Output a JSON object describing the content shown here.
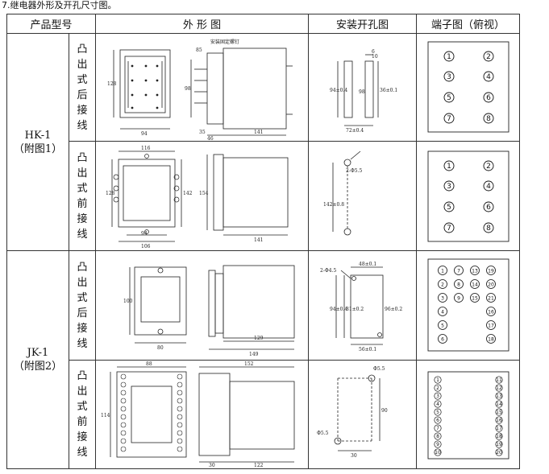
{
  "caption": "7.继电器外形及开孔尺寸图。",
  "headers": {
    "model": "产品型号",
    "outline": "外 形 图",
    "cutout": "安装开孔图",
    "terminal": "端子图（俯视）"
  },
  "groups": [
    {
      "model": "HK-1",
      "ref": "（附图1）"
    },
    {
      "model": "JK-1",
      "ref": "（附图2）"
    }
  ],
  "mount_types": {
    "rear": [
      "凸",
      "出",
      "式",
      "后",
      "接",
      "线"
    ],
    "front": [
      "凸",
      "出",
      "式",
      "前",
      "接",
      "线"
    ]
  },
  "dims": {
    "r1": {
      "w94": "94",
      "h128": "128",
      "h98": "98",
      "d85": "85",
      "d141": "141",
      "d46": "46",
      "d35": "35",
      "note": "安装固定螺钉"
    },
    "r1c": {
      "d6": "6",
      "d10": "10",
      "d98": "98",
      "d72": "72±0.4",
      "d94": "94±0.4",
      "d36": "36±0.1"
    },
    "r2": {
      "w116": "116",
      "w94": "94",
      "w106": "106",
      "h128": "128",
      "h142": "142",
      "h154": "154",
      "d141": "141"
    },
    "r2c": {
      "hole": "2-Φ5.5",
      "d142": "142±0.8"
    },
    "r3": {
      "h100": "100",
      "d80": "80",
      "d129": "129",
      "d149": "149"
    },
    "r3c": {
      "hole": "2-Φ4.5",
      "d48": "48±0.1",
      "d81": "81±0.2",
      "d94": "94±0.4",
      "d56": "56±0.1",
      "d96": "96±0.2"
    },
    "r4": {
      "w88": "88",
      "h114": "114",
      "d152": "152",
      "d30": "30",
      "d122": "122"
    },
    "r4c": {
      "hole1": "Φ5.5",
      "hole2": "Φ5.5",
      "d30": "30",
      "d90": "90"
    }
  },
  "terminals": {
    "hk": [
      "1",
      "2",
      "3",
      "4",
      "5",
      "6",
      "7",
      "8"
    ],
    "jk_rear": [
      [
        "1",
        "7",
        "13",
        "19"
      ],
      [
        "2",
        "8",
        "14",
        "20"
      ],
      [
        "3",
        "9",
        "15",
        "21"
      ],
      [
        "4",
        "",
        "",
        "16"
      ],
      [
        "5",
        "",
        "",
        "17"
      ],
      [
        "6",
        "",
        "",
        "18"
      ]
    ],
    "jk_front_left": [
      "1",
      "2",
      "3",
      "4",
      "5",
      "6",
      "7",
      "8",
      "9",
      "10"
    ],
    "jk_front_right": [
      "11",
      "12",
      "13",
      "14",
      "15",
      "16",
      "17",
      "18",
      "19",
      "20"
    ]
  }
}
